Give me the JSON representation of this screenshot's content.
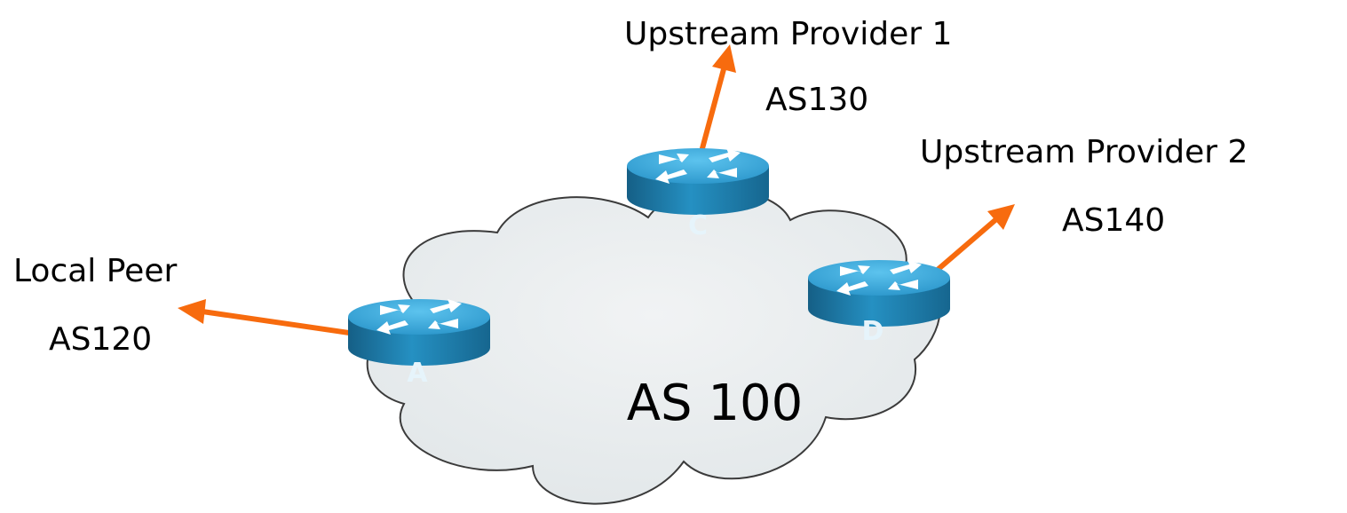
{
  "cloud": {
    "label": "AS 100"
  },
  "routers": {
    "a": {
      "label": "A"
    },
    "c": {
      "label": "C"
    },
    "d": {
      "label": "D"
    }
  },
  "peers": {
    "local": {
      "name": "Local Peer",
      "asn": "AS120"
    },
    "upstream1": {
      "name": "Upstream Provider 1",
      "asn": "AS130"
    },
    "upstream2": {
      "name": "Upstream Provider 2",
      "asn": "AS140"
    }
  },
  "colors": {
    "link": "#f76b0e",
    "cloud_fill": "#e8eced",
    "cloud_stroke": "#3b3b3b",
    "router_top": "#3aa9dd",
    "router_body": "#1b7fab",
    "router_label": "#e6f4fb"
  },
  "icons": [
    "cloud-shape",
    "router-icon",
    "link-arrow"
  ]
}
